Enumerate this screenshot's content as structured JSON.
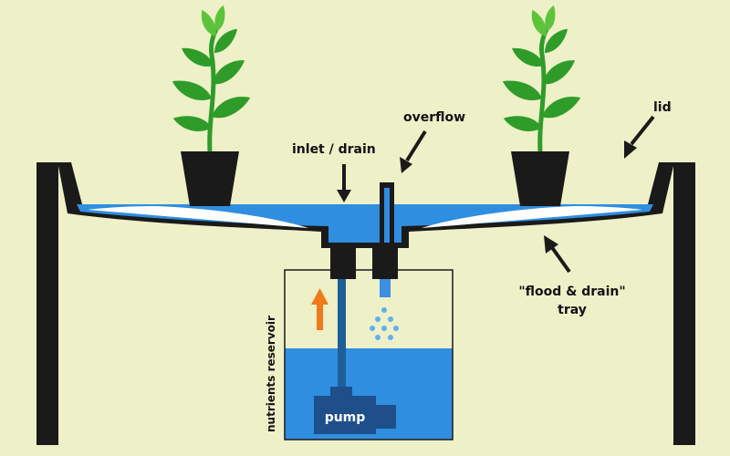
{
  "labels": {
    "overflow": "overflow",
    "inlet_drain": "inlet / drain",
    "lid": "lid",
    "tray_line1": "\"flood & drain\"",
    "tray_line2": "tray",
    "reservoir": "nutrients reservoir",
    "pump": "pump"
  },
  "icons": {
    "plant_left": "potted-plant-icon",
    "plant_right": "potted-plant-icon",
    "flow_arrow": "orange-up-arrow",
    "droplets": "water-droplets"
  },
  "colors": {
    "background": "#eef0c8",
    "water": "#2f8ee0",
    "water_light": "#5fb0ee",
    "tray_inner": "#ffffff",
    "structure": "#1a1a1a",
    "plant_green": "#2f9c2a",
    "plant_light": "#5cc43a",
    "pump": "#1e4f8a",
    "pipe": "#1e5f9a",
    "flow_arrow": "#f07a1a"
  }
}
